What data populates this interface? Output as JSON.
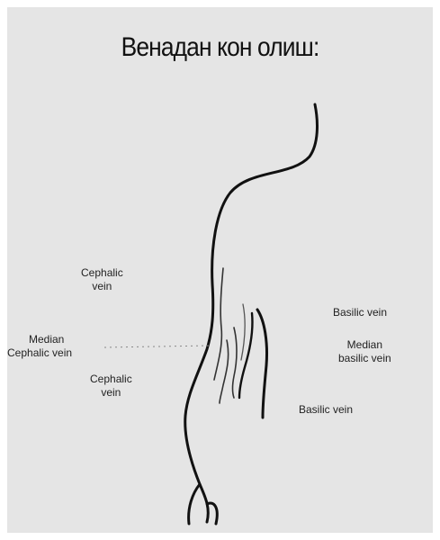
{
  "title": "Венадан кон олиш:",
  "labels": {
    "cephalic_upper": {
      "line1": "Cephalic",
      "line2": "vein"
    },
    "median_cephalic": {
      "line1": "Median",
      "line2": "Cephalic vein"
    },
    "cephalic_lower": {
      "line1": "Cephalic",
      "line2": "vein"
    },
    "basilic_upper": {
      "line1": "Basilic vein"
    },
    "median_basilic": {
      "line1": "Median",
      "line2": "basilic vein"
    },
    "basilic_lower": {
      "line1": "Basilic vein"
    }
  },
  "colors": {
    "background": "#e5e5e5",
    "outline": "#111111"
  }
}
